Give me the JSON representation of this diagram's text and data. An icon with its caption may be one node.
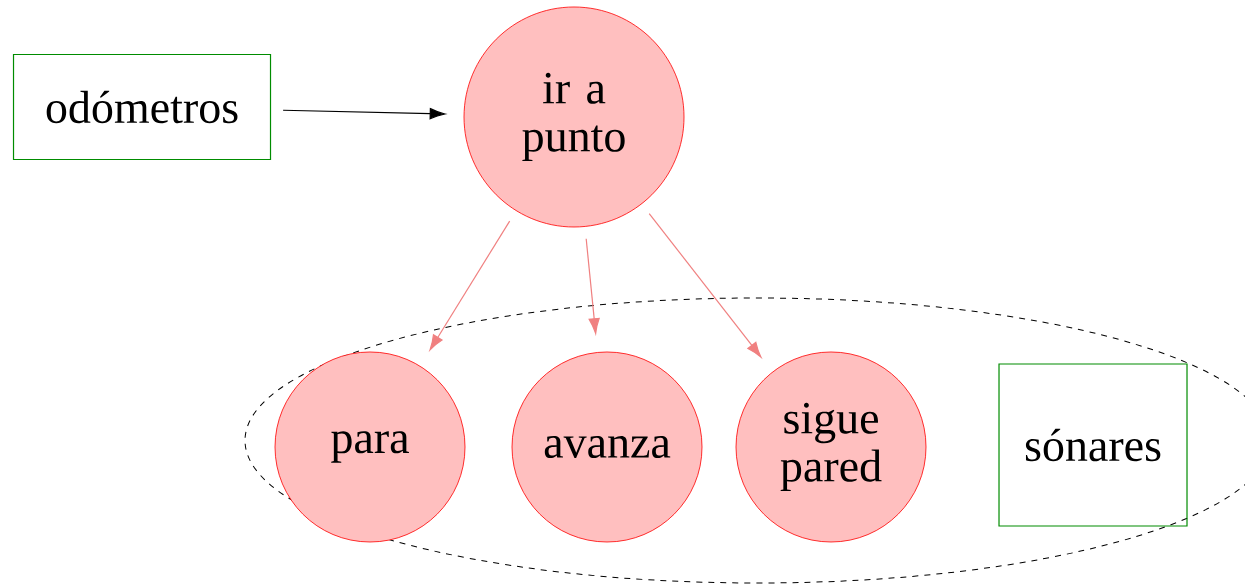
{
  "diagram": {
    "nodes": [
      {
        "text": [
          "odómetros"
        ]
      },
      {
        "text": [
          "ir a punto"
        ]
      },
      {
        "text": [],
        "shape": "ellipse"
      },
      {
        "text": [
          "para"
        ],
        "in": 2
      },
      {
        "text": [
          "avanza"
        ],
        "in": 2
      },
      {
        "text": [
          "sigue pared"
        ],
        "in": 2
      },
      {
        "text": [
          "sónares"
        ],
        "in": 2
      }
    ],
    "edges": [
      {
        "from": 0,
        "to": 1,
        "arrow": "to",
        "color": "#000000"
      },
      {
        "from": 1,
        "to": 3,
        "arrow": "to"
      },
      {
        "from": 1,
        "to": 4,
        "arrow": "to"
      },
      {
        "from": 1,
        "to": 5,
        "arrow": "to"
      }
    ]
  }
}
